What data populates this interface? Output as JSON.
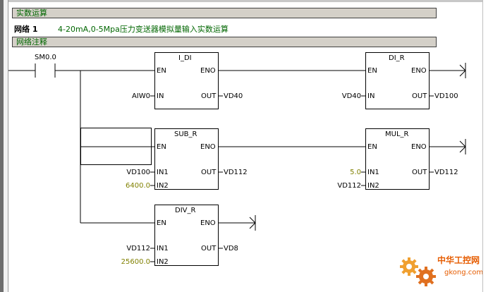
{
  "title_bar": "实数运算",
  "network": {
    "label": "网络 1",
    "comment": "4-20mA,0-5Mpa压力变送器模拟量输入实数运算"
  },
  "network_comment_bar": "网络注释",
  "contact": {
    "name": "SM0.0"
  },
  "blocks": {
    "i_di": {
      "name": "I_DI",
      "en": "EN",
      "eno": "ENO",
      "in_pin": "IN",
      "out_pin": "OUT",
      "in_value": "AIW0",
      "out_value": "VD40"
    },
    "di_r": {
      "name": "DI_R",
      "en": "EN",
      "eno": "ENO",
      "in_pin": "IN",
      "out_pin": "OUT",
      "in_value": "VD40",
      "out_value": "VD100"
    },
    "sub_r": {
      "name": "SUB_R",
      "en": "EN",
      "eno": "ENO",
      "in1_pin": "IN1",
      "in2_pin": "IN2",
      "out_pin": "OUT",
      "in1_value": "VD100",
      "in2_value": "6400.0",
      "out_value": "VD112"
    },
    "mul_r": {
      "name": "MUL_R",
      "en": "EN",
      "eno": "ENO",
      "in1_pin": "IN1",
      "in2_pin": "IN2",
      "out_pin": "OUT",
      "in1_value": "5.0",
      "in2_value": "VD112",
      "out_value": "VD112"
    },
    "div_r": {
      "name": "DIV_R",
      "en": "EN",
      "eno": "ENO",
      "in1_pin": "IN1",
      "in2_pin": "IN2",
      "out_pin": "OUT",
      "in1_value": "VD112",
      "in2_value": "25600.0",
      "out_value": "VD8"
    }
  },
  "watermark": {
    "line1": "中华工控网",
    "line2": "gkong.com"
  },
  "colors": {
    "comment_green": "#006600",
    "constant_olive": "#808000",
    "header_gray": "#d4d0c8",
    "watermark_orange": "#e65c00"
  }
}
